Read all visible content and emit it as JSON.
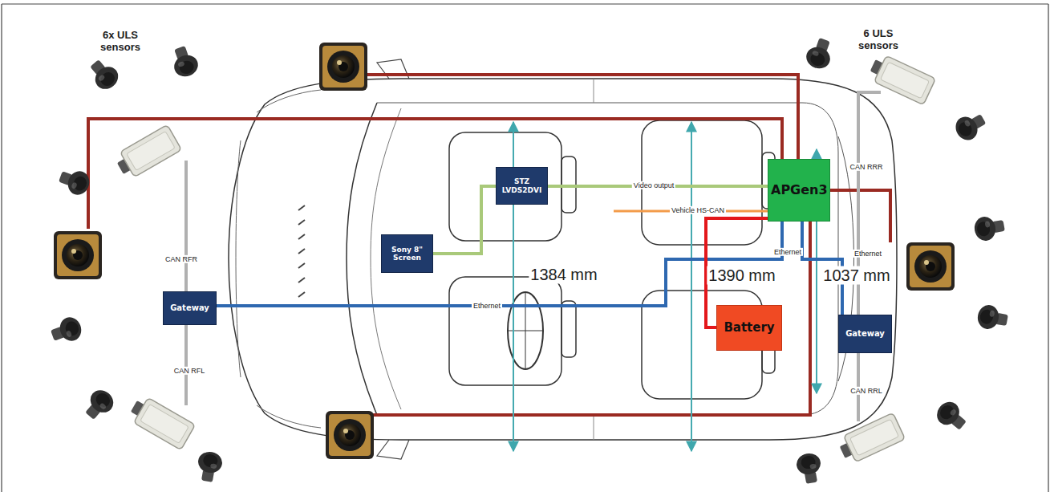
{
  "diagram": {
    "nodes": [
      {
        "text": [
          "STZ LVDS2DVI"
        ]
      },
      {
        "text": [
          "APGen3"
        ]
      },
      {
        "text": [
          "Sony 8\" Screen"
        ]
      },
      {
        "text": [
          "Gateway"
        ]
      },
      {
        "text": [
          "Battery"
        ]
      },
      {
        "text": [
          "Gateway"
        ]
      }
    ],
    "edges": [
      {
        "from": 2,
        "to": 0,
        "arrow": "none"
      },
      {
        "from": 0,
        "to": 1,
        "label": "Video output",
        "arrow": "none"
      },
      {
        "from": 3,
        "to": 1,
        "label": "Ethernet",
        "arrow": "none"
      },
      {
        "from": 1,
        "to": 4,
        "arrow": "none"
      },
      {
        "from": 1,
        "to": 5,
        "label": "Ethernet",
        "arrow": "none"
      }
    ],
    "labels": [
      "6x ULS sensors",
      "6 ULS sensors",
      "CAN RRR",
      "Vehicle HS-CAN",
      "CAN RFR",
      "Ethernet",
      "1384 mm",
      "1390 mm",
      "1037 mm",
      "CAN RFL",
      "CAN RRL"
    ]
  }
}
